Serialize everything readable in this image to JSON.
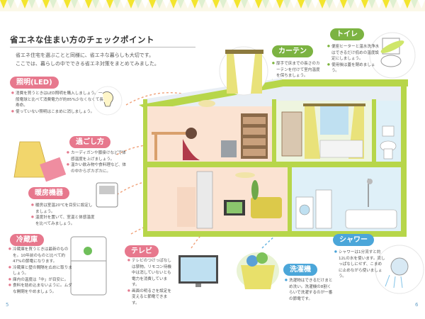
{
  "title": "省エネな住まい方のチェックポイント",
  "intro": [
    "省エネ住宅を選ぶことと同様に、省エネな暮らしも大切です。",
    "ここでは、暮らしの中でできる省エネ対策をまとめてみました。"
  ],
  "colors": {
    "pink": "#e7788d",
    "green": "#7cb342",
    "blue": "#4ba6d9",
    "yellow": "#f3e52e",
    "frame": "#b7d64a"
  },
  "sections": {
    "lighting": {
      "label": "照明(LED)",
      "items": [
        "消費を買うときはLED照明を購入しましょう。一般電球と比べて消費電力が約85%少なくなくて長寿命。",
        "使っていない照明はこまめに消しましょう。"
      ]
    },
    "sugoshikata": {
      "label": "過ごし方",
      "items": [
        "カーディガンや膝掛けなどで体感温度を上げましょう。",
        "温かい飲み物や食料理など、体の中からポカポカに。"
      ]
    },
    "heating": {
      "label": "暖房機器",
      "items": [
        "暖房は室温20℃を目安に設定しましょう。",
        "温度計を置いて、室温と体感温度を比べてみましょう。"
      ]
    },
    "fridge": {
      "label": "冷蔵庫",
      "items": [
        "冷蔵庫を買うときは最新のものを。10年前のものと比べて約47%の節電になります。",
        "冷蔵庫と壁の間隔を広めに取りましょう。",
        "庫内の温度は「中」が目安に。",
        "食料を詰め込まないように。ムダな開閉をやめましょう。"
      ]
    },
    "tv": {
      "label": "テレビ",
      "items": [
        "テレビのつけっぱなしは禁物。リモコン待機中は消していないとも電力を消費しています。",
        "画面の明るさを設定を変えると節電できます。"
      ]
    },
    "curtain": {
      "label": "カーテン",
      "items": [
        "厚手で床までの長さのカーテンを付けて室内温度を保ちましょう。"
      ]
    },
    "toilet": {
      "label": "トイレ",
      "items": [
        "便座ヒーターと温水洗浄水はできるだけ低めの温度設定にしましょう。",
        "使用後は蓋を閉めましょう。"
      ]
    },
    "laundry": {
      "label": "洗濯機",
      "items": [
        "洗濯物はできるだけまとめ洗い。洗濯機の8割くらいで洗濯するのが一番の節電です。"
      ]
    },
    "shower": {
      "label": "シャワー",
      "items": [
        "シャワーは1分流すと約12Lの水を使います。流しっぱなしにせず、こまめに止めながら使いましょう。"
      ]
    }
  },
  "page_numbers": {
    "left": "5",
    "right": "6"
  }
}
